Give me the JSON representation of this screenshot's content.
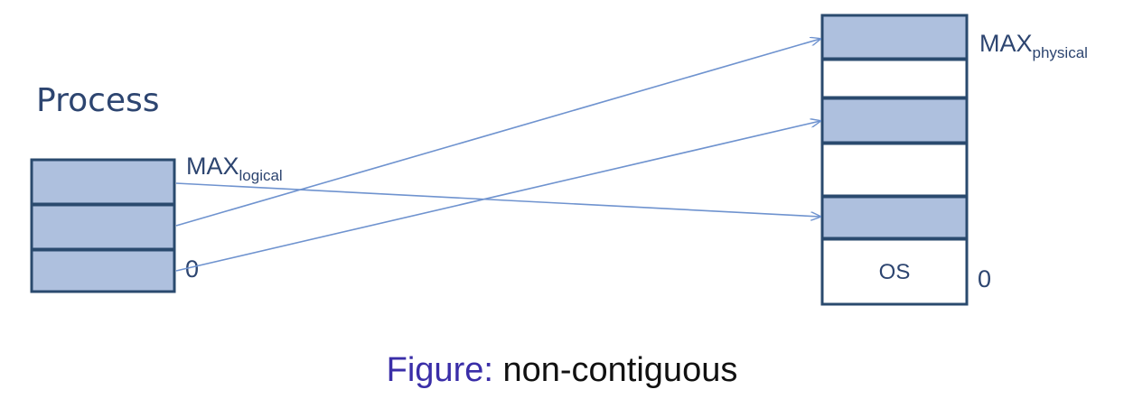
{
  "process": {
    "title": "Process",
    "max_label_main": "MAX",
    "max_label_sub": "logical",
    "zero_label": "0"
  },
  "memory": {
    "max_label_main": "MAX",
    "max_label_sub": "physical",
    "os_label": "OS",
    "zero_label": "0"
  },
  "caption": {
    "prefix": "Figure:",
    "rest": " non-contiguous"
  },
  "colors": {
    "filled_block": "#aec0de",
    "empty_block": "#ffffff",
    "border": "#2a4a6e",
    "arrow": "#6f93cf",
    "text": "#2d4570"
  }
}
